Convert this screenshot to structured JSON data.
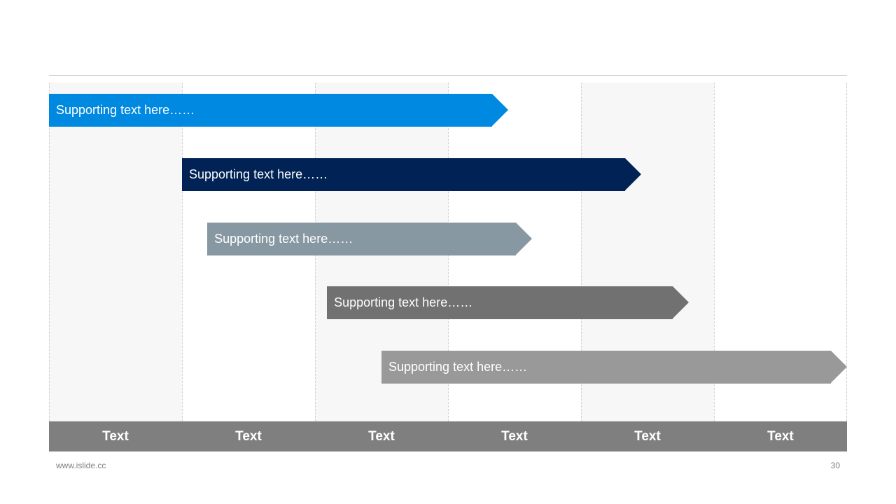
{
  "timeline": {
    "columns": [
      "Text",
      "Text",
      "Text",
      "Text",
      "Text",
      "Text"
    ],
    "bars": [
      {
        "label": "Supporting text here……",
        "color": "#0089E0",
        "start": 0.0,
        "end": 3.45
      },
      {
        "label": "Supporting text here……",
        "color": "#002255",
        "start": 1.0,
        "end": 4.45
      },
      {
        "label": "Supporting text here……",
        "color": "#8898A2",
        "start": 1.19,
        "end": 3.63
      },
      {
        "label": "Supporting text here……",
        "color": "#717171",
        "start": 2.09,
        "end": 4.81
      },
      {
        "label": "Supporting text here……",
        "color": "#999999",
        "start": 2.5,
        "end": 6.0
      }
    ]
  },
  "footer": {
    "website": "www.islide.cc",
    "page_number": "30"
  }
}
